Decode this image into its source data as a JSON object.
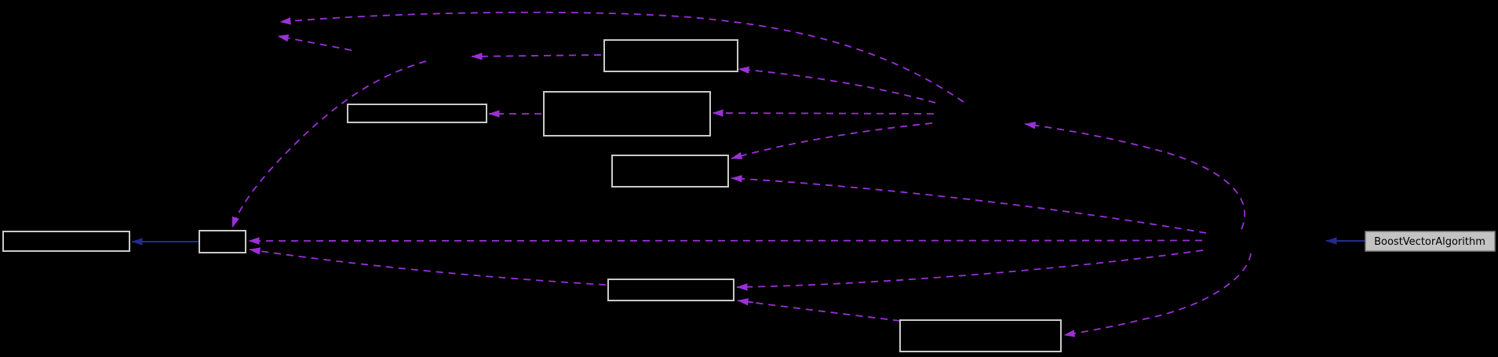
{
  "diagram": {
    "type": "collaboration-graph",
    "background_color": "#000000",
    "main_node": {
      "id": "boost-vector-algorithm",
      "label": "BoostVectorAlgorithm",
      "fill": "#c3c3c3",
      "border": "#7e7e7e",
      "text_color": "#000000"
    },
    "colors": {
      "usage_edge": "#9B30D6",
      "inheritance_edge": "#232a8c",
      "node_border": "#cacaca",
      "node_fill": "#000000"
    },
    "nodes": [
      {
        "id": "left-box",
        "label": "",
        "kind": "outlined-box"
      },
      {
        "id": "small-box",
        "label": "",
        "kind": "outlined-box"
      },
      {
        "id": "top-box",
        "label": "",
        "kind": "outlined-box"
      },
      {
        "id": "mid-left-box",
        "label": "",
        "kind": "outlined-box"
      },
      {
        "id": "large-box",
        "label": "",
        "kind": "outlined-box"
      },
      {
        "id": "mid-box",
        "label": "",
        "kind": "outlined-box"
      },
      {
        "id": "lower-mid-box",
        "label": "",
        "kind": "outlined-box"
      },
      {
        "id": "bottom-box",
        "label": "",
        "kind": "outlined-box"
      },
      {
        "id": "boost-vector-algorithm",
        "label": "BoostVectorAlgorithm",
        "kind": "filled-box"
      },
      {
        "id": "hidden-node-a",
        "label": "",
        "kind": "hidden-anchor"
      },
      {
        "id": "hidden-node-b",
        "label": "",
        "kind": "hidden-anchor"
      },
      {
        "id": "hidden-node-c",
        "label": "",
        "kind": "hidden-anchor"
      },
      {
        "id": "hidden-node-d",
        "label": "",
        "kind": "hidden-anchor"
      }
    ],
    "edges": [
      {
        "from": "hidden-node-c",
        "to": "hidden-node-a",
        "style": "dashed-purple"
      },
      {
        "from": "hidden-node-b",
        "to": "hidden-node-a",
        "style": "dashed-purple"
      },
      {
        "from": "top-box",
        "to": "hidden-node-b",
        "style": "dashed-purple"
      },
      {
        "from": "hidden-node-b",
        "to": "small-box",
        "style": "dashed-purple"
      },
      {
        "from": "large-box",
        "to": "mid-left-box",
        "style": "dashed-purple"
      },
      {
        "from": "hidden-node-c",
        "to": "top-box",
        "style": "dashed-purple"
      },
      {
        "from": "hidden-node-c",
        "to": "large-box",
        "style": "dashed-purple"
      },
      {
        "from": "hidden-node-c",
        "to": "mid-box",
        "style": "dashed-purple"
      },
      {
        "from": "hidden-node-d",
        "to": "hidden-node-c",
        "style": "dashed-purple"
      },
      {
        "from": "hidden-node-d",
        "to": "small-box",
        "style": "dashed-purple"
      },
      {
        "from": "hidden-node-d",
        "to": "mid-box",
        "style": "dashed-purple"
      },
      {
        "from": "hidden-node-d",
        "to": "lower-mid-box",
        "style": "dashed-purple"
      },
      {
        "from": "hidden-node-d",
        "to": "bottom-box",
        "style": "dashed-purple"
      },
      {
        "from": "lower-mid-box",
        "to": "small-box",
        "style": "dashed-purple"
      },
      {
        "from": "bottom-box",
        "to": "lower-mid-box",
        "style": "dashed-purple"
      },
      {
        "from": "small-box",
        "to": "left-box",
        "style": "solid-navy"
      },
      {
        "from": "boost-vector-algorithm",
        "to": "hidden-node-d",
        "style": "solid-navy"
      }
    ]
  }
}
